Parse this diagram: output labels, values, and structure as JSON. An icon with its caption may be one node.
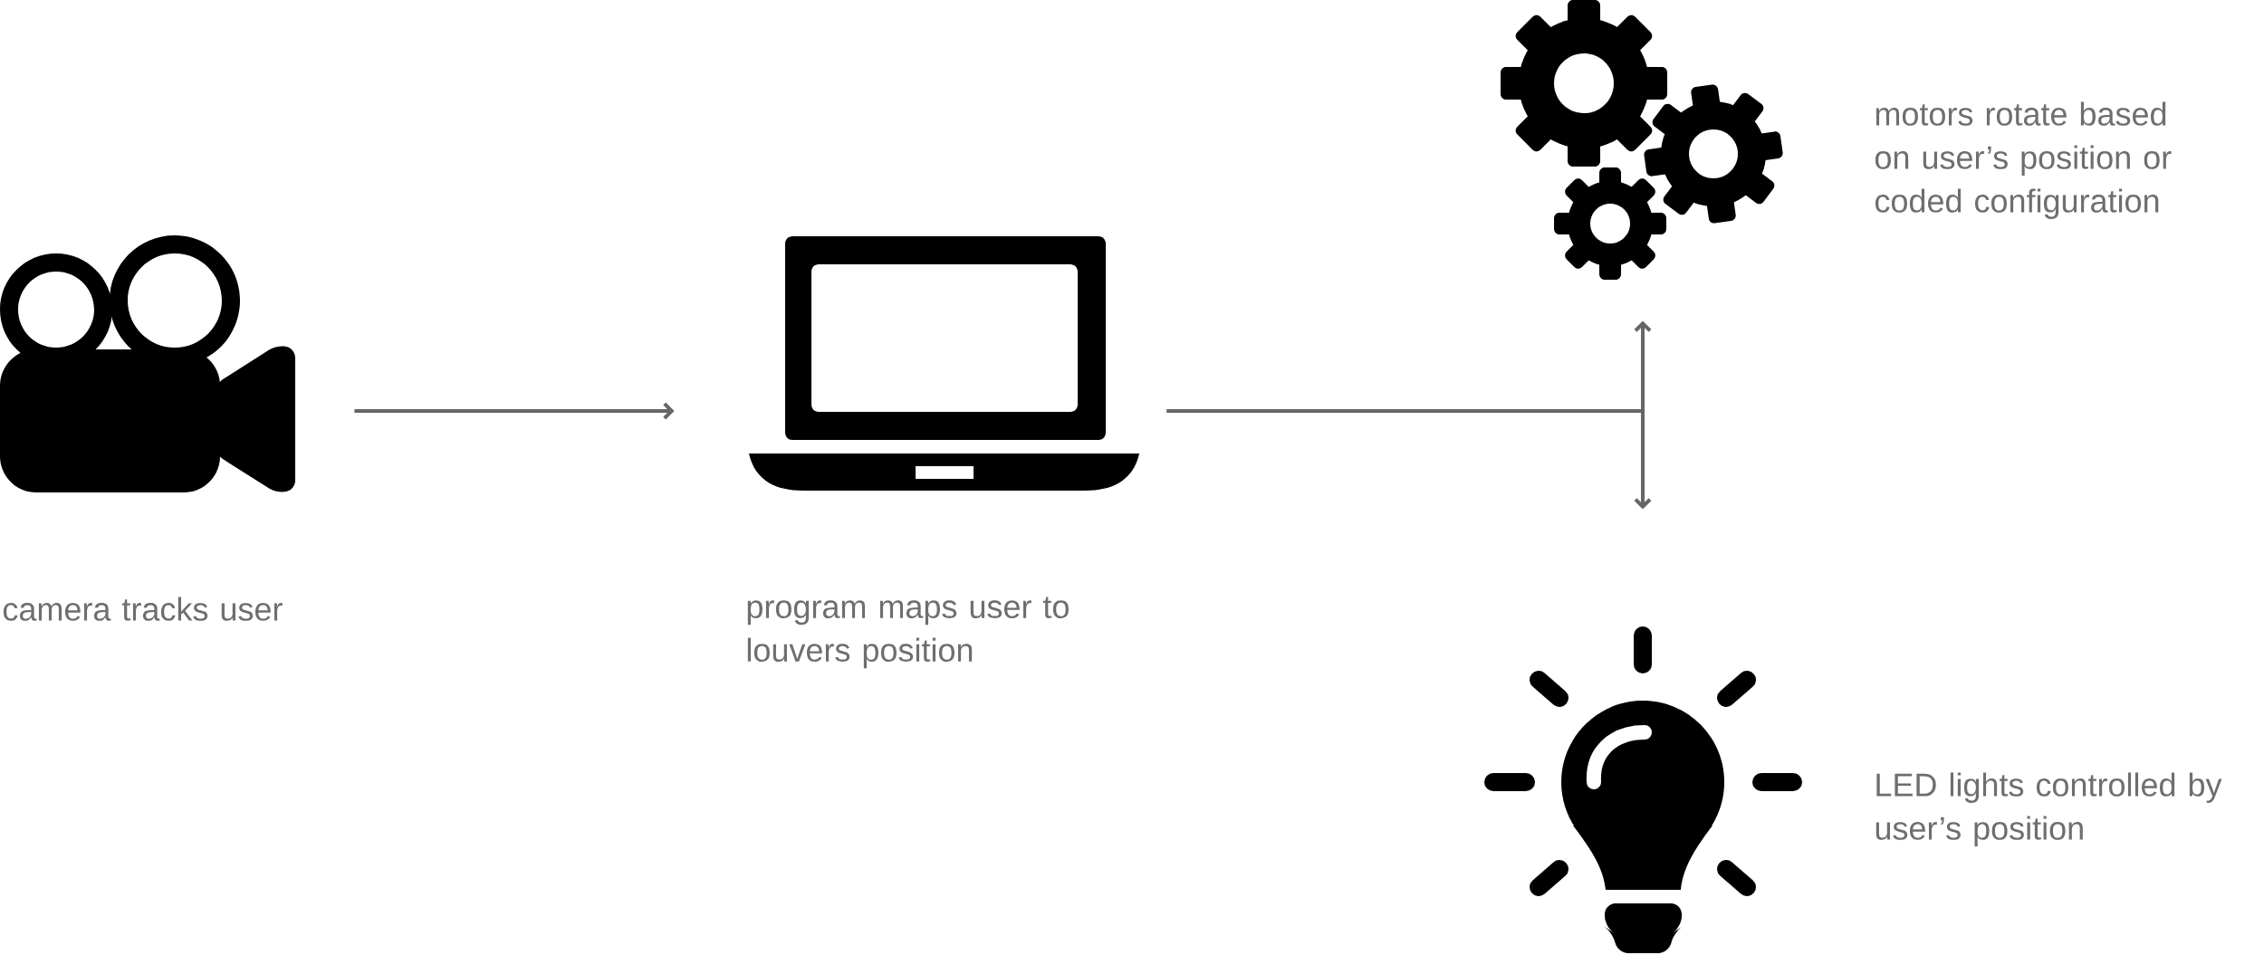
{
  "diagram": {
    "nodes": [
      {
        "text": [],
        "shape": "picture",
        "beside": [
          "camera tracks user"
        ]
      },
      {
        "text": [],
        "shape": "picture",
        "beside": [
          "program maps user to louvers position"
        ]
      },
      {
        "text": [],
        "shape": "picture",
        "beside": [
          "motors rotate based on user’s position or coded configuration"
        ]
      },
      {
        "text": [],
        "shape": "picture",
        "beside": [
          "LED lights controlled by user’s position"
        ]
      }
    ],
    "edges": [
      {
        "from": 0,
        "to": 1,
        "arrow": "to"
      },
      {
        "from": 1,
        "to": 2,
        "arrow": "to"
      },
      {
        "from": 1,
        "to": 3,
        "arrow": "to"
      }
    ]
  }
}
